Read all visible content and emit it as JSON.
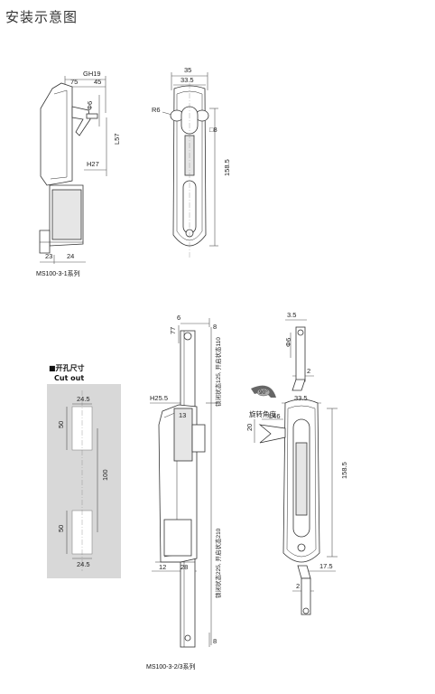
{
  "title": "安装示意图",
  "view1": {
    "caption": "MS100-3-1系列",
    "dims": {
      "gh19": "GH19",
      "d75": "75",
      "d45": "45",
      "phi6": "Φ6",
      "l57": "L57",
      "h27": "H27",
      "d23": "23",
      "d24": "24"
    }
  },
  "view2": {
    "dims": {
      "d35": "35",
      "d33_5": "33.5",
      "r6": "R6",
      "sq8": "□8",
      "d158_5": "158.5"
    }
  },
  "cutout": {
    "title_cn": "■开孔尺寸",
    "title_en": "Cut out",
    "dims": {
      "w1": "24.5",
      "h1": "50",
      "gap": "100",
      "h2": "50",
      "w2": "24.5"
    }
  },
  "view3": {
    "caption": "MS100-3-2/3系列",
    "dims": {
      "d6": "6",
      "d8t": "8",
      "d77": "77",
      "h25_5": "H25.5",
      "d13": "13",
      "d12": "12",
      "d28": "28",
      "d8b": "8",
      "upper_note": "锁闭状态125, 开启状态110",
      "lower_note": "锁闭状态225, 开启状态210"
    }
  },
  "view4": {
    "rotation_label": "旋转角度",
    "rotation_value": "90°",
    "dims": {
      "d3_5": "3.5",
      "phi6": "Φ6",
      "d2t": "2",
      "d33_5": "33.5",
      "l46": "L46",
      "d20": "20",
      "d158_5": "158.5",
      "d17_5": "17.5",
      "d2b": "2"
    }
  }
}
